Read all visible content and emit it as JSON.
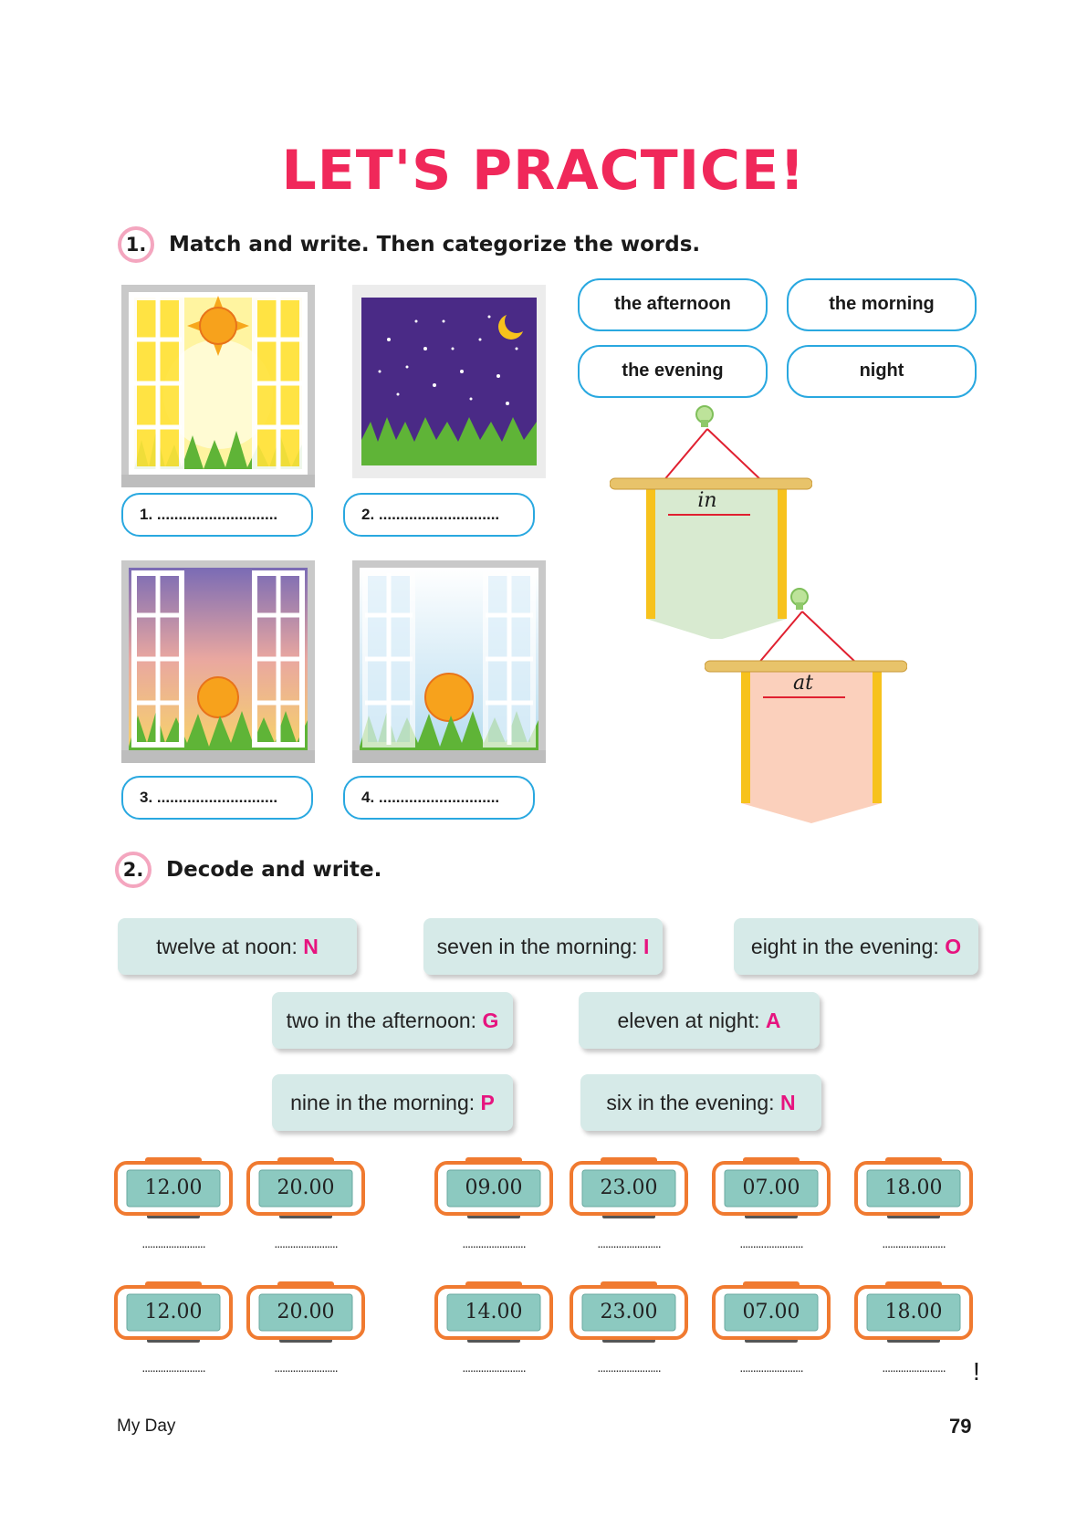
{
  "title": "LET'S PRACTICE!",
  "exercise1": {
    "number": "1.",
    "instruction": "Match and write. Then categorize the words.",
    "blanks": [
      "1. ............................",
      "2. ............................",
      "3. ............................",
      "4. ............................"
    ],
    "words": [
      "the afternoon",
      "the morning",
      "the evening",
      "night"
    ],
    "banners": [
      "in",
      "at"
    ]
  },
  "exercise2": {
    "number": "2.",
    "instruction": "Decode and write.",
    "codes": [
      {
        "text": "twelve at noon: ",
        "letter": "N"
      },
      {
        "text": "seven in the morning: ",
        "letter": "I"
      },
      {
        "text": "eight in the evening: ",
        "letter": "O"
      },
      {
        "text": "two in the afternoon: ",
        "letter": "G"
      },
      {
        "text": "eleven at night: ",
        "letter": "A"
      },
      {
        "text": "nine in the morning: ",
        "letter": "P"
      },
      {
        "text": "six in the evening: ",
        "letter": "N"
      }
    ],
    "clock_rows": [
      [
        "12.00",
        "20.00",
        "09.00",
        "23.00",
        "07.00",
        "18.00"
      ],
      [
        "12.00",
        "20.00",
        "14.00",
        "23.00",
        "07.00",
        "18.00"
      ]
    ],
    "blank": "........................",
    "exclamation": "!"
  },
  "footer": {
    "chapter": "My Day",
    "page": "79"
  },
  "colors": {
    "title": "#f0285a",
    "accent_blue": "#29a8e0",
    "code_letter": "#e6147f",
    "clock_frame": "#f07a30",
    "clock_screen": "#8cc9c0"
  }
}
